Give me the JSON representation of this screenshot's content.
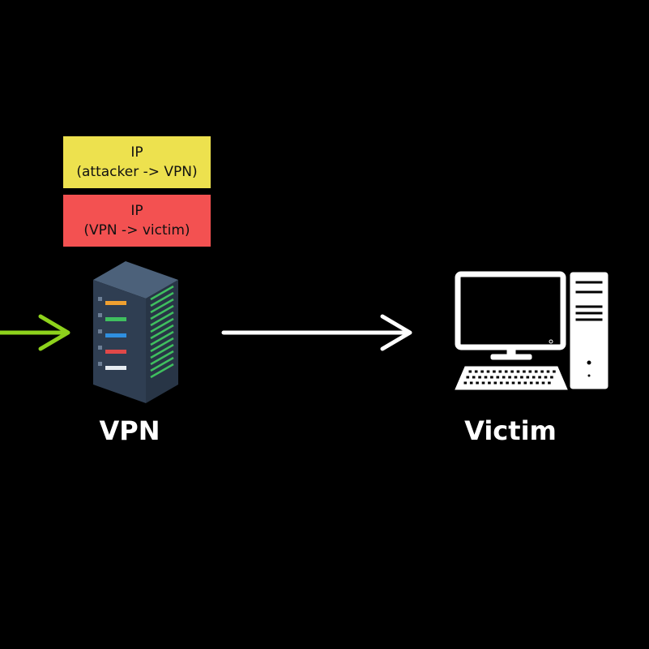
{
  "colors": {
    "background": "#000000",
    "incoming_arrow": "#8ed21c",
    "outgoing_arrow": "#ffffff",
    "packet_yellow": "#ede14e",
    "packet_red": "#f35151",
    "server_body": "#2f3e52",
    "server_top": "#4c617a",
    "server_vent": "#3fbf5f",
    "computer": "#ffffff"
  },
  "packets": [
    {
      "line1": "IP",
      "line2": "(attacker -> VPN)"
    },
    {
      "line1": "IP",
      "line2": "(VPN -> victim)"
    }
  ],
  "nodes": {
    "vpn": {
      "label": "VPN",
      "icon": "server-rack-icon"
    },
    "victim": {
      "label": "Victim",
      "icon": "desktop-computer-icon"
    }
  }
}
